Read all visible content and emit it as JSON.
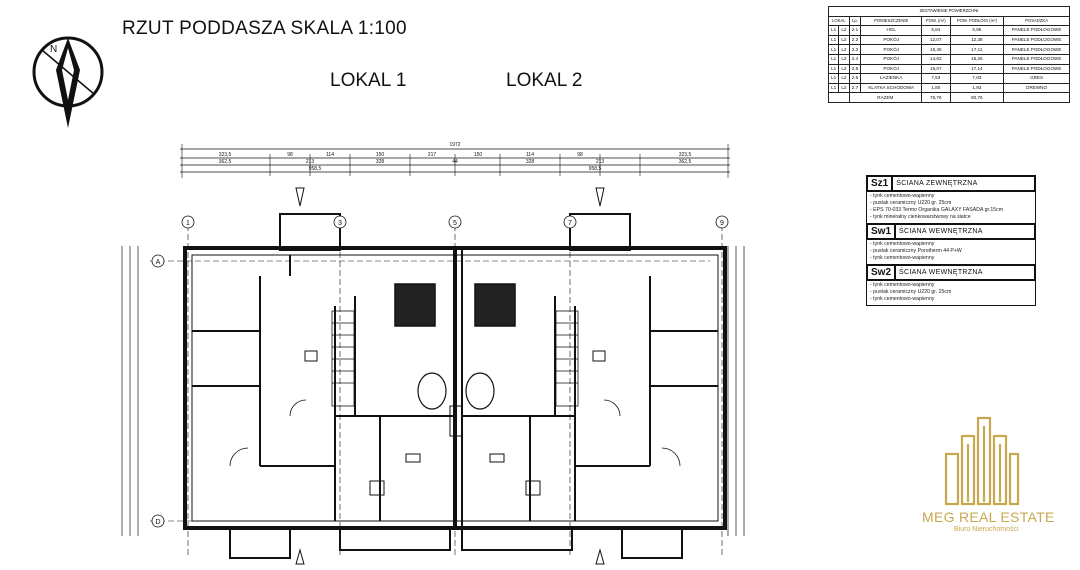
{
  "drawing": {
    "title": "RZUT PODDASZA SKALA 1:100",
    "unit_labels": [
      "LOKAL 1",
      "LOKAL 2"
    ],
    "grid_axes": [
      "1",
      "3",
      "5",
      "7",
      "9"
    ],
    "row_axes": [
      "A",
      "D"
    ]
  },
  "area_table": {
    "title": "ZESTAWIENIE POWIERZCHNI",
    "headers": [
      "LOKAL",
      "Lp.",
      "POMIESZCZENIE",
      "POW. (m²)",
      "POW. PODŁOGI (m²)",
      "POSADZKA"
    ],
    "rows": [
      {
        "l1": "L1",
        "l2": "L2",
        "lp": "2.1",
        "room": "HOL",
        "area": "5,84",
        "floor": "5,85",
        "finish": "PANELE PODŁOGOWE"
      },
      {
        "l1": "L1",
        "l2": "L2",
        "lp": "2.2",
        "room": "POKÓJ",
        "area": "12,07",
        "floor": "12,38",
        "finish": "PANELE PODŁOGOWE"
      },
      {
        "l1": "L1",
        "l2": "L2",
        "lp": "2.3",
        "room": "POKÓJ",
        "area": "15,45",
        "floor": "17,11",
        "finish": "PANELE PODŁOGOWE"
      },
      {
        "l1": "L1",
        "l2": "L2",
        "lp": "2.4",
        "room": "POKÓJ",
        "area": "14,62",
        "floor": "15,26",
        "finish": "PANELE PODŁOGOWE"
      },
      {
        "l1": "L1",
        "l2": "L2",
        "lp": "2.5",
        "room": "POKÓJ",
        "area": "15,07",
        "floor": "17,14",
        "finish": "PANELE PODŁOGOWE"
      },
      {
        "l1": "L1",
        "l2": "L2",
        "lp": "2.6",
        "room": "ŁAZIENKA",
        "area": "7,53",
        "floor": "7,83",
        "finish": "GRES"
      },
      {
        "l1": "L1",
        "l2": "L2",
        "lp": "2.7",
        "room": "KLATKA SCHODOWA",
        "area": "1,80",
        "floor": "1,93",
        "finish": "DREWNO"
      }
    ],
    "total_label": "RAZEM",
    "total_area": "76,76",
    "total_floor": "80,76"
  },
  "wall_legend": [
    {
      "code": "Sz1",
      "name": "ŚCIANA ZEWNĘTRZNA",
      "layers": [
        "tynk cementowo-wapienny",
        "pustak ceramiczny U220 gr. 25cm",
        "EPS 70-033 Termo Organika GALAXY FASADA gr.15cm",
        "tynk mineralny cienkowarstwowy na siatce"
      ]
    },
    {
      "code": "Sw1",
      "name": "ŚCIANA WEWNĘTRZNA",
      "layers": [
        "tynk cementowo-wapienny",
        "pustak ceramiczny Porotherm 44 P+W",
        "tynk cementowo-wapienny"
      ]
    },
    {
      "code": "Sw2",
      "name": "ŚCIANA WEWNĘTRZNA",
      "layers": [
        "tynk cementowo-wapienny",
        "pustak ceramiczny U220 gr. 25cm",
        "tynk cementowo-wapienny"
      ]
    }
  ],
  "dimensions": {
    "total": "1972",
    "top_row": [
      "323,5",
      "98",
      "114",
      "150",
      "217",
      "150",
      "114",
      "98",
      "323,5"
    ],
    "mid_row": [
      "362,5",
      "213",
      "328",
      "44",
      "328",
      "213",
      "362,5"
    ],
    "bottom_row": [
      "958,5",
      "958,5"
    ]
  },
  "logo": {
    "name": "MEG REAL ESTATE",
    "tagline": "Biuro Nieruchomości",
    "color": "#c8a84e"
  }
}
